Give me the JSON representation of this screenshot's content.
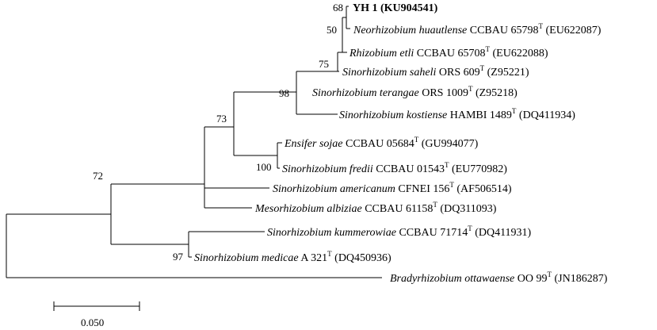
{
  "tree": {
    "taxa": [
      {
        "id": "t1",
        "name": "YH 1 (KU904541)",
        "bold": true
      },
      {
        "id": "t2",
        "genus": "Neorhizobium huautlense",
        "strain": "CCBAU  65798",
        "type_strain": "T",
        "accession": "(EU622087)"
      },
      {
        "id": "t3",
        "genus": "Rhizobium etli",
        "strain": "CCBAU  65708",
        "type_strain": "T",
        "accession": "(EU622088)"
      },
      {
        "id": "t4",
        "genus": "Sinorhizobium saheli",
        "strain": "ORS 609",
        "type_strain": "T",
        "accession": "(Z95221)"
      },
      {
        "id": "t5",
        "genus": "Sinorhizobium terangae",
        "strain": "ORS 1009",
        "type_strain": "T",
        "accession": "(Z95218)"
      },
      {
        "id": "t6",
        "genus": "Sinorhizobium kostiense",
        "strain": "HAMBI  1489",
        "type_strain": "T",
        "accession": "(DQ411934)"
      },
      {
        "id": "t7",
        "genus": "Ensifer sojae",
        "strain": "CCBAU  05684",
        "type_strain": "T",
        "accession": "(GU994077)"
      },
      {
        "id": "t8",
        "genus": "Sinorhizobium fredii",
        "strain": "CCBAU  01543",
        "type_strain": "T",
        "accession": "(EU770982)"
      },
      {
        "id": "t9",
        "genus": "Sinorhizobium americanum",
        "strain": "CFNEI 156",
        "type_strain": "T",
        "accession": "(AF506514)"
      },
      {
        "id": "t10",
        "genus": "Mesorhizobium albiziae",
        "strain": "CCBAU  61158",
        "type_strain": "T",
        "accession": "(DQ311093)"
      },
      {
        "id": "t11",
        "genus": "Sinorhizobium kummerowiae",
        "strain": "CCBAU  71714",
        "type_strain": "T",
        "accession": "(DQ411931)"
      },
      {
        "id": "t12",
        "genus": "Sinorhizobium medicae",
        "strain": "A 321",
        "type_strain": "T",
        "accession": "(DQ450936)"
      },
      {
        "id": "t13",
        "genus": "Bradyrhizobium ottawaense",
        "strain": "OO 99",
        "type_strain": "T",
        "accession": "(JN186287)"
      }
    ],
    "bootstrap": {
      "b68": "68",
      "b50": "50",
      "b75": "75",
      "b98": "98",
      "b73": "73",
      "b100": "100",
      "b72": "72",
      "b97": "97"
    },
    "scale_bar": {
      "label": "0.050"
    }
  }
}
